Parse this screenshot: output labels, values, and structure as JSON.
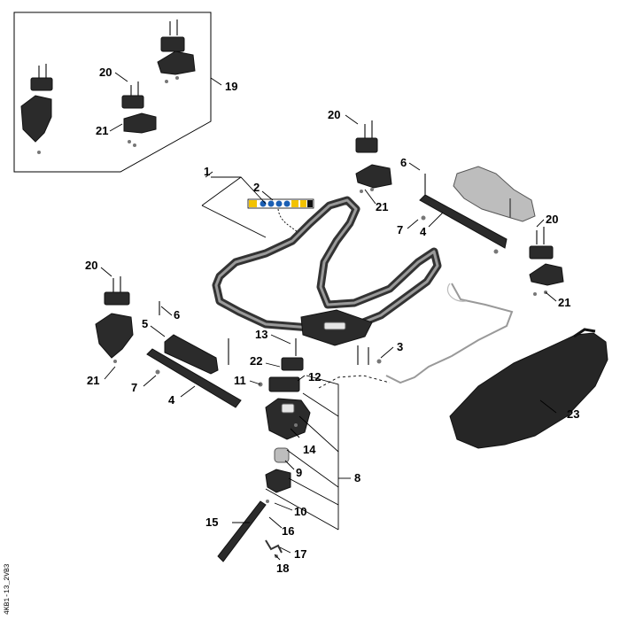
{
  "part_labels": {
    "p1": "1",
    "p2": "2",
    "p3": "3",
    "p4a": "4",
    "p4b": "4",
    "p5": "5",
    "p6a": "6",
    "p6b": "6",
    "p7a": "7",
    "p7b": "7",
    "p8": "8",
    "p9": "9",
    "p10": "10",
    "p11": "11",
    "p12": "12",
    "p13": "13",
    "p14": "14",
    "p15": "15",
    "p16": "16",
    "p17": "17",
    "p18": "18",
    "p19": "19",
    "p20a": "20",
    "p20b": "20",
    "p20c": "20",
    "p20d": "20",
    "p21a": "21",
    "p21b": "21",
    "p21c": "21",
    "p21d": "21",
    "p22": "22",
    "p23": "23"
  },
  "drawing_code": "4KB1-13_2VB3",
  "colors": {
    "part_fill": "#2b2b2b",
    "outline": "#111111",
    "handle_grey": "#bdbdbd"
  },
  "icons": [
    "warning-label-strip-icon",
    "handlebar-frame-icon",
    "fuel-tank-icon",
    "grip-handle-icon",
    "cable-icon"
  ]
}
